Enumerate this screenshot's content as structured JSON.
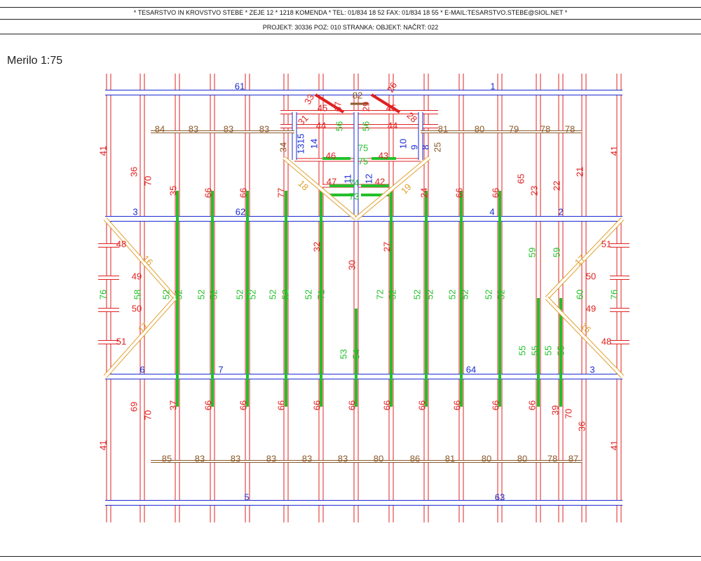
{
  "header": {
    "company": "* TESARSTVO IN KROVSTVO   STEBE * ZEJE 12 * 1218  KOMENDA * TEL: 01/834 18 52  FAX: 01/834 18 55 * E-MAIL:TESARSTVO.STEBE@SIOL.NET *",
    "project": "PROJEKT: 30336    POZ: 010    STRANKA:      OBJEKT:      NAČRT: 022"
  },
  "scale": "Merilo  1:75",
  "colors": {
    "red": "#e02020",
    "blue": "#1a2bd0",
    "green": "#22c02a",
    "brown": "#8a5a2a",
    "orange": "#e0a030"
  },
  "drawing": {
    "labels": {
      "blue": [
        "61",
        "1",
        "3",
        "62",
        "4",
        "2",
        "6",
        "7",
        "64",
        "3",
        "5",
        "63",
        "1315",
        "14",
        "11",
        "12",
        "10",
        "9",
        "8"
      ],
      "brown": [
        "84",
        "83",
        "83",
        "83",
        "81",
        "80",
        "79",
        "78",
        "78",
        "82",
        "85",
        "83",
        "83",
        "83",
        "83",
        "83",
        "80",
        "86",
        "81",
        "80",
        "80",
        "78",
        "87",
        "34",
        "25"
      ],
      "red": [
        "41",
        "36",
        "70",
        "35",
        "66",
        "66",
        "77",
        "24",
        "66",
        "66",
        "65",
        "23",
        "22",
        "21",
        "41",
        "32",
        "30",
        "27",
        "37",
        "66",
        "66",
        "66",
        "66",
        "66",
        "66",
        "66",
        "66",
        "66",
        "66",
        "39",
        "70",
        "36",
        "69",
        "70",
        "41",
        "41",
        "48",
        "49",
        "50",
        "51",
        "51",
        "50",
        "49",
        "48",
        "45",
        "45",
        "44",
        "44",
        "46",
        "43",
        "47",
        "42",
        "33",
        "31",
        "67",
        "29",
        "26",
        "28"
      ],
      "green": [
        "76",
        "58",
        "52",
        "52",
        "52",
        "52",
        "52",
        "52",
        "52",
        "52",
        "52",
        "71",
        "72",
        "52",
        "52",
        "52",
        "52",
        "52",
        "52",
        "52",
        "59",
        "59",
        "60",
        "76",
        "53",
        "54",
        "55",
        "55",
        "55",
        "55",
        "56",
        "56",
        "75",
        "75",
        "74",
        "73"
      ],
      "orange": [
        "18",
        "19",
        "16",
        "17",
        "17",
        "16"
      ]
    }
  }
}
